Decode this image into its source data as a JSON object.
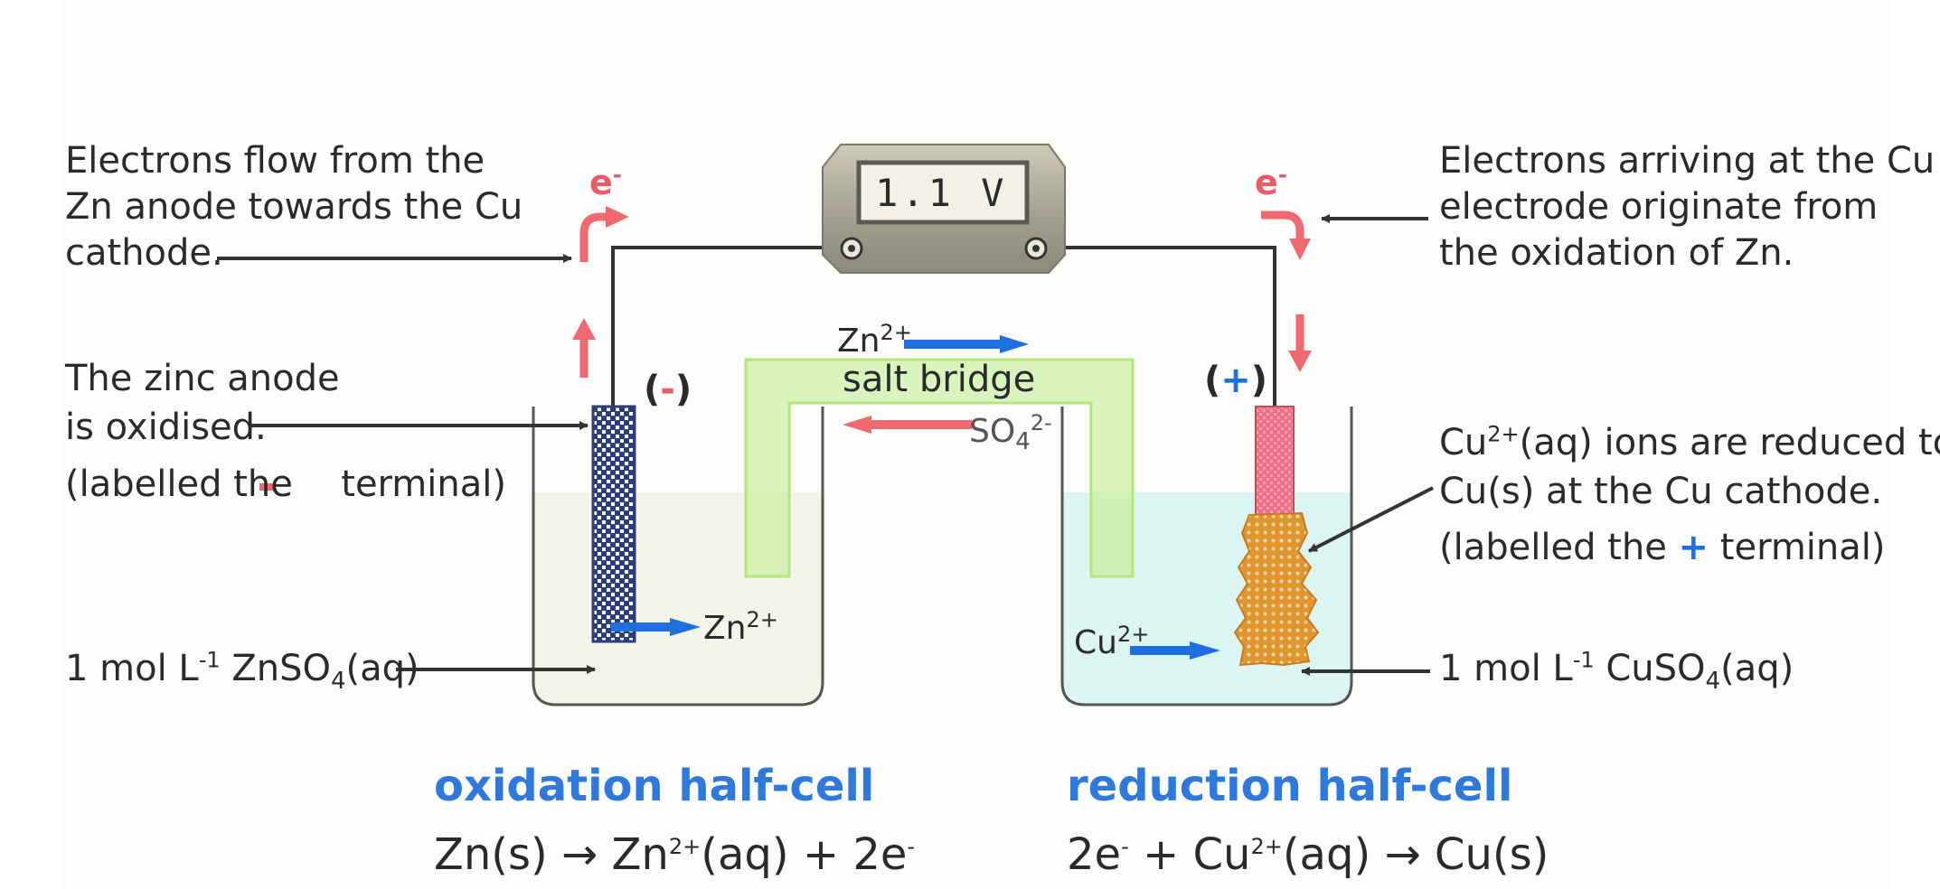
{
  "voltmeter": {
    "reading": "1.1 V"
  },
  "electron_label": {
    "base": "e",
    "charge": "-"
  },
  "terminals": {
    "left": {
      "open": "(",
      "sign": "-",
      "close": ")"
    },
    "right": {
      "open": "(",
      "sign": "+",
      "close": ")"
    }
  },
  "salt_bridge": {
    "label": "salt bridge",
    "cation": {
      "base": "Zn",
      "charge": "2+"
    },
    "anion": {
      "base": "SO",
      "sub": "4",
      "charge": "2-"
    }
  },
  "ions": {
    "zn_release": {
      "base": "Zn",
      "charge": "2+"
    },
    "cu_approach": {
      "base": "Cu",
      "charge": "2+"
    }
  },
  "annotations": {
    "left_top": [
      "Electrons flow from the",
      "Zn anode towards the Cu",
      "cathode."
    ],
    "right_top": [
      "Electrons arriving at the Cu",
      "electrode originate from",
      "the oxidation of Zn."
    ],
    "anode": [
      "The zinc anode",
      "is oxidised."
    ],
    "anode_terminal": {
      "before": "(labelled the",
      "after": "terminal)"
    },
    "cathode_line1": {
      "base": "Cu",
      "charge": "2+",
      "rest": "(aq) ions are reduced to"
    },
    "cathode_line2": "Cu(s) at the Cu cathode.",
    "cathode_terminal": {
      "before": "(labelled the",
      "sign": "+",
      "after": "terminal)"
    },
    "left_solution": {
      "pre": "1 mol L",
      "exp": "-1",
      "mid": " ZnSO",
      "sub": "4",
      "post": "(aq)"
    },
    "right_solution": {
      "pre": "1 mol L",
      "exp": "-1",
      "mid": " CuSO",
      "sub": "4",
      "post": "(aq)"
    }
  },
  "half_cells": {
    "oxidation": {
      "title": "oxidation half-cell",
      "equation": {
        "a": "Zn(s)",
        "arrow": "→",
        "b": "Zn",
        "b_charge": "2+",
        "c": "(aq)",
        "plus": "+",
        "d": "2e",
        "d_charge": "-"
      }
    },
    "reduction": {
      "title": "reduction half-cell",
      "equation": {
        "a": "2e",
        "a_charge": "-",
        "plus": "+",
        "b": "Cu",
        "b_charge": "2+",
        "c": "(aq)",
        "arrow": "→",
        "d": "Cu(s)"
      }
    }
  },
  "colors": {
    "electron_arrow": "#f06870",
    "ion_arrow_blue": "#1f6fe0",
    "heading": "#2f79dc",
    "salt_bridge": "#c9ef9f",
    "zn_solution": "#f3f3ea",
    "cu_solution": "#dbf5f2",
    "copper_deposit": "#e0952f",
    "cu_electrode": "#f0708a",
    "zn_electrode": "#2c3f7a"
  }
}
